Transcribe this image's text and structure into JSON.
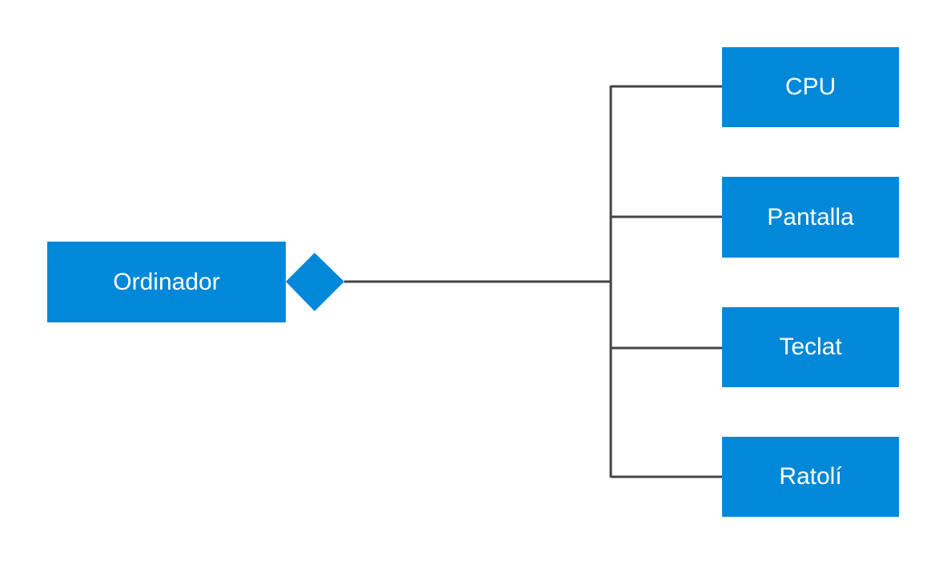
{
  "diagram": {
    "whole": {
      "label": "Ordinador"
    },
    "relationship": "composition",
    "parts": [
      {
        "label": "CPU"
      },
      {
        "label": "Pantalla"
      },
      {
        "label": "Teclat"
      },
      {
        "label": "Ratolí"
      }
    ]
  },
  "colors": {
    "box_fill": "#0288d8",
    "box_text": "#ffffff",
    "connector": "#444444",
    "background": "#ffffff"
  }
}
